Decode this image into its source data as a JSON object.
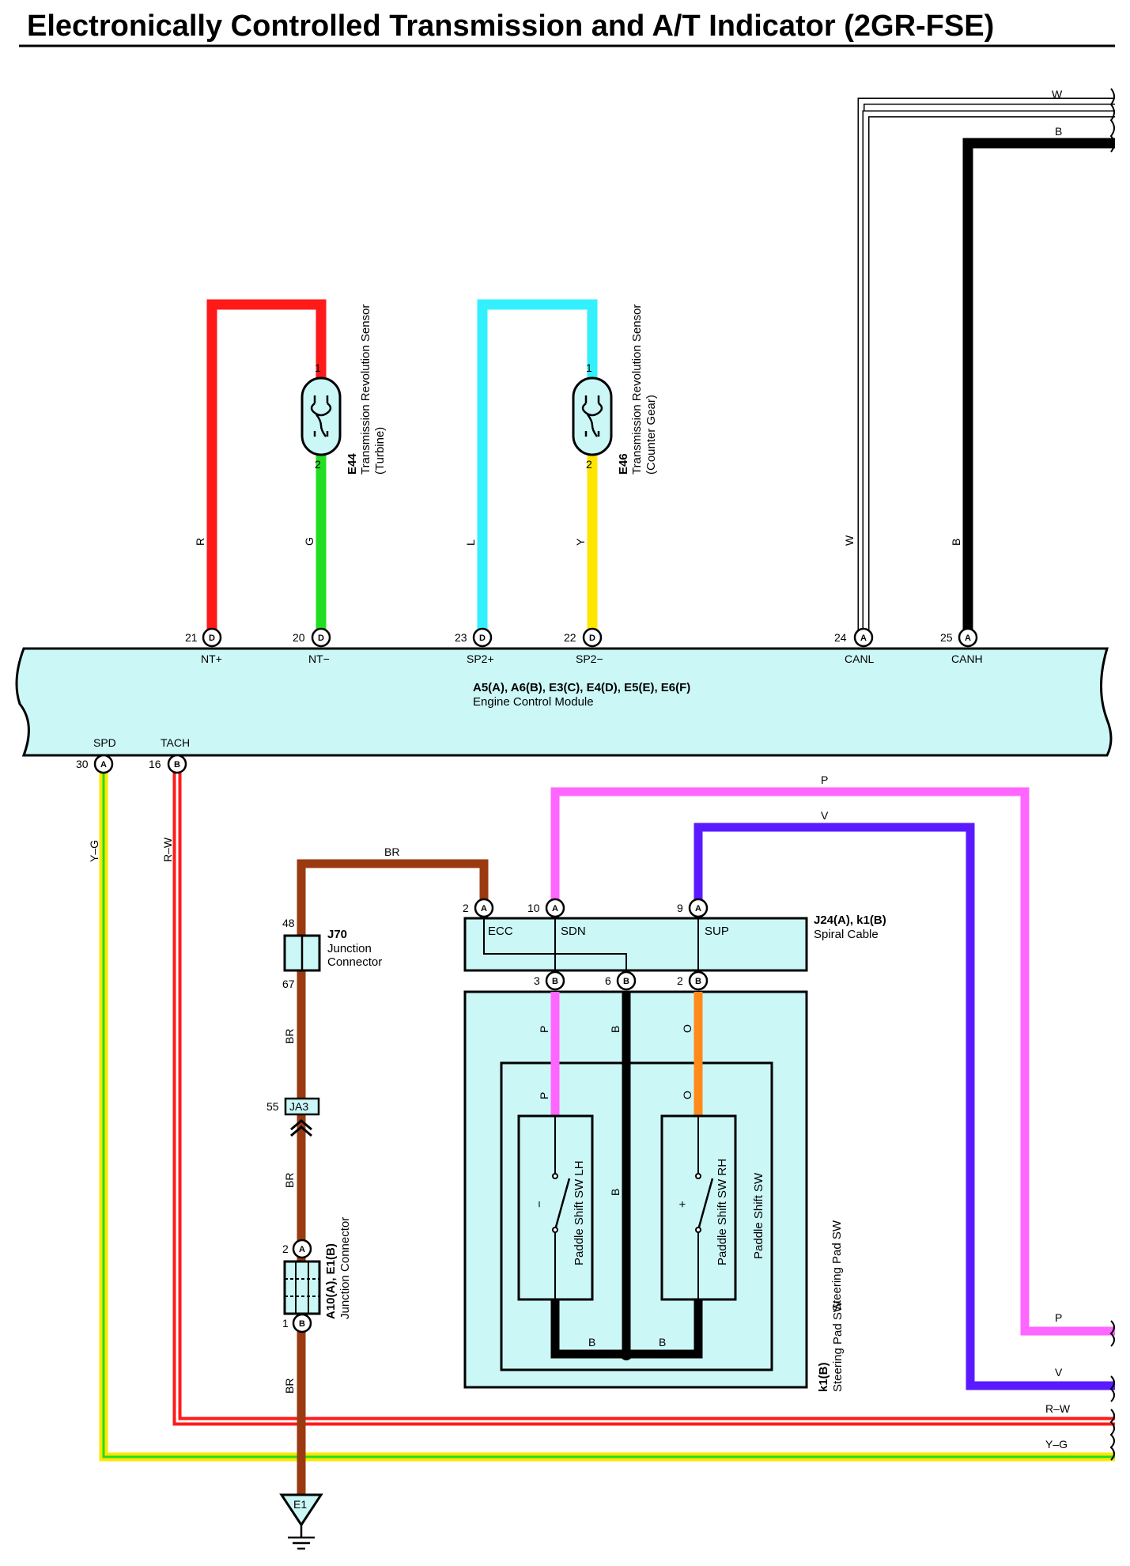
{
  "title": "Electronically Controlled Transmission and A/T Indicator (2GR-FSE)",
  "ecm": {
    "name": "A5(A), A6(B), E3(C), E4(D), E5(E), E6(F)",
    "desc": "Engine Control Module",
    "pins": {
      "ntp": {
        "num": "21",
        "conn": "D",
        "label": "NT+"
      },
      "ntm": {
        "num": "20",
        "conn": "D",
        "label": "NT−"
      },
      "sp2p": {
        "num": "23",
        "conn": "D",
        "label": "SP2+"
      },
      "sp2m": {
        "num": "22",
        "conn": "D",
        "label": "SP2−"
      },
      "canl": {
        "num": "24",
        "conn": "A",
        "label": "CANL"
      },
      "canh": {
        "num": "25",
        "conn": "A",
        "label": "CANH"
      },
      "spd": {
        "num": "30",
        "conn": "A",
        "label": "SPD"
      },
      "tach": {
        "num": "16",
        "conn": "B",
        "label": "TACH"
      }
    }
  },
  "sensors": {
    "e44": {
      "id": "E44",
      "name": "Transmission Revolution Sensor",
      "sub": "(Turbine)",
      "pin1": "1",
      "pin2": "2"
    },
    "e46": {
      "id": "E46",
      "name": "Transmission Revolution Sensor",
      "sub": "(Counter Gear)",
      "pin1": "1",
      "pin2": "2"
    }
  },
  "wire_labels": {
    "r": "R",
    "g": "G",
    "l": "L",
    "y": "Y",
    "w": "W",
    "b": "B",
    "br": "BR",
    "p": "P",
    "v": "V",
    "o": "O",
    "rw": "R–W",
    "yg": "Y–G"
  },
  "j70": {
    "id": "J70",
    "l1": "Junction",
    "l2": "Connector",
    "pin_top": "48",
    "pin_bot": "67"
  },
  "ja3": {
    "id": "JA3",
    "pin": "55"
  },
  "a10": {
    "id": "A10(A), E1(B)",
    "desc": "Junction Connector",
    "pin_a": "2",
    "conn_a": "A",
    "pin_b": "1",
    "conn_b": "B"
  },
  "spiral": {
    "id": "J24(A), k1(B)",
    "desc": "Spiral Cable",
    "pins_top": [
      {
        "num": "2",
        "conn": "A",
        "label": "ECC"
      },
      {
        "num": "10",
        "conn": "A",
        "label": "SDN"
      },
      {
        "num": "9",
        "conn": "A",
        "label": "SUP"
      }
    ],
    "pins_bot": [
      {
        "num": "3",
        "conn": "B"
      },
      {
        "num": "6",
        "conn": "B"
      },
      {
        "num": "2",
        "conn": "B"
      }
    ]
  },
  "steering": {
    "id": "k1(B)",
    "desc": "Steering Pad SW",
    "lh": "Paddle Shift SW LH",
    "rh": "Paddle Shift SW RH",
    "group": "Paddle Shift SW",
    "lh_sign": "−",
    "rh_sign": "+"
  },
  "ground": {
    "id": "E1"
  },
  "colors": {
    "red": "#ff1a1a",
    "green": "#22dd22",
    "cyan": "#33f0ff",
    "yellow": "#ffe600",
    "brown": "#9b3a10",
    "pink": "#ff66ff",
    "violet": "#5a1aff",
    "orange": "#ff8a1a",
    "black": "#000000",
    "ecm_fill": "#ccf7f7"
  }
}
